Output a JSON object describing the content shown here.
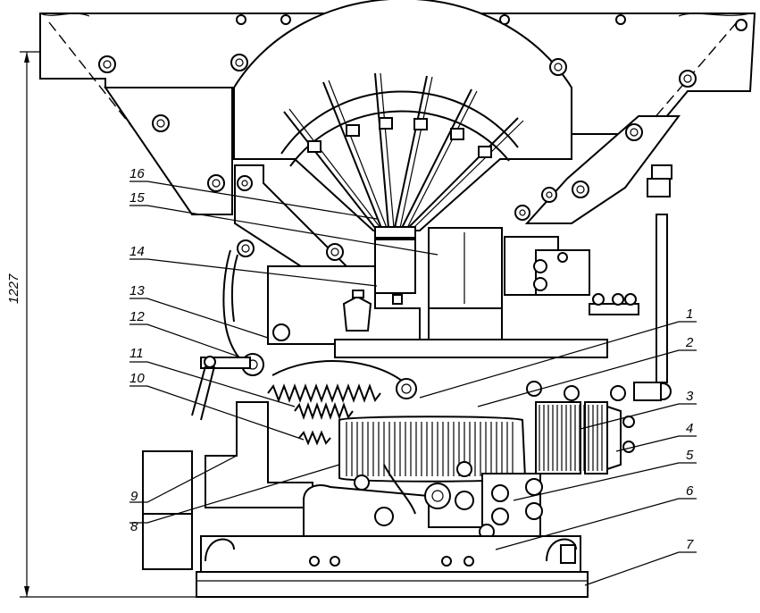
{
  "dimension": {
    "label": "1227"
  },
  "callouts": [
    {
      "id": "1",
      "text": "1"
    },
    {
      "id": "2",
      "text": "2"
    },
    {
      "id": "3",
      "text": "3"
    },
    {
      "id": "4",
      "text": "4"
    },
    {
      "id": "5",
      "text": "5"
    },
    {
      "id": "6",
      "text": "6"
    },
    {
      "id": "7",
      "text": "7"
    },
    {
      "id": "8",
      "text": "8"
    },
    {
      "id": "9",
      "text": "9"
    },
    {
      "id": "10",
      "text": "10"
    },
    {
      "id": "11",
      "text": "11"
    },
    {
      "id": "12",
      "text": "12"
    },
    {
      "id": "13",
      "text": "13"
    },
    {
      "id": "14",
      "text": "14"
    },
    {
      "id": "15",
      "text": "15"
    },
    {
      "id": "16",
      "text": "16"
    }
  ]
}
